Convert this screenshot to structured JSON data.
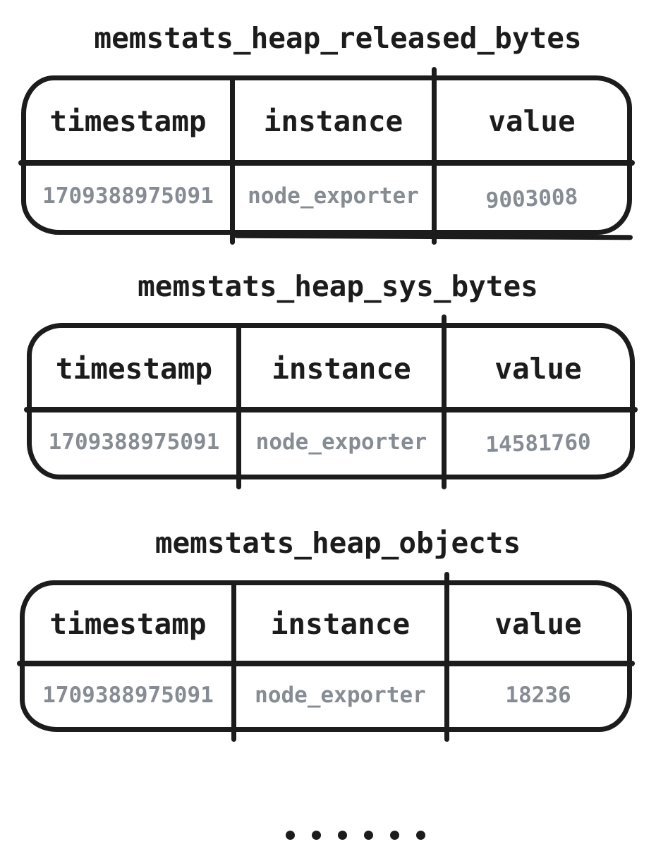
{
  "palette": {
    "ink": "#1c1c1c",
    "muted": "#858c94",
    "background": "#ffffff"
  },
  "metrics": [
    {
      "title": "memstats_heap_released_bytes",
      "columns": [
        "timestamp",
        "instance",
        "value"
      ],
      "row": [
        "1709388975091",
        "node_exporter",
        "9003008"
      ]
    },
    {
      "title": "memstats_heap_sys_bytes",
      "columns": [
        "timestamp",
        "instance",
        "value"
      ],
      "row": [
        "1709388975091",
        "node_exporter",
        "14581760"
      ]
    },
    {
      "title": "memstats_heap_objects",
      "columns": [
        "timestamp",
        "instance",
        "value"
      ],
      "row": [
        "1709388975091",
        "node_exporter",
        "18236"
      ]
    }
  ],
  "ellipsis": {
    "dot_count": 6
  }
}
